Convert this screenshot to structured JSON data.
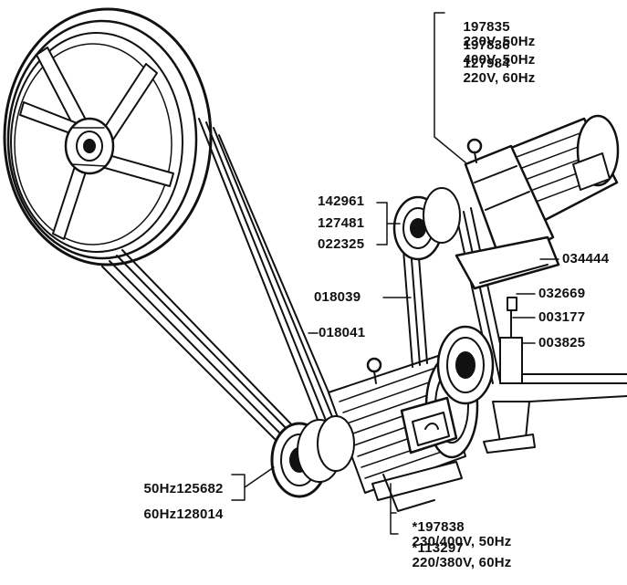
{
  "motor_top": [
    {
      "part": "197835",
      "spec": "230V, 50Hz"
    },
    {
      "part": "197836",
      "spec": "400V, 50Hz"
    },
    {
      "part": "127984",
      "spec": "220V, 60Hz"
    }
  ],
  "pulley_group": [
    "142961",
    "127481",
    "022325"
  ],
  "belt_inner": "018039",
  "belt_outer": "018041",
  "bracket": "034444",
  "fasteners": [
    "032669",
    "003177",
    "003825"
  ],
  "small_pulley": [
    {
      "freq": "50Hz",
      "part": "125682"
    },
    {
      "freq": "60Hz",
      "part": "128014"
    }
  ],
  "motor_bottom": [
    {
      "part": "*197838",
      "spec": "230/400V, 50Hz"
    },
    {
      "part": "*113297",
      "spec": "220/380V, 60Hz"
    }
  ],
  "colors": {
    "ink": "#111111",
    "paper": "#ffffff"
  }
}
